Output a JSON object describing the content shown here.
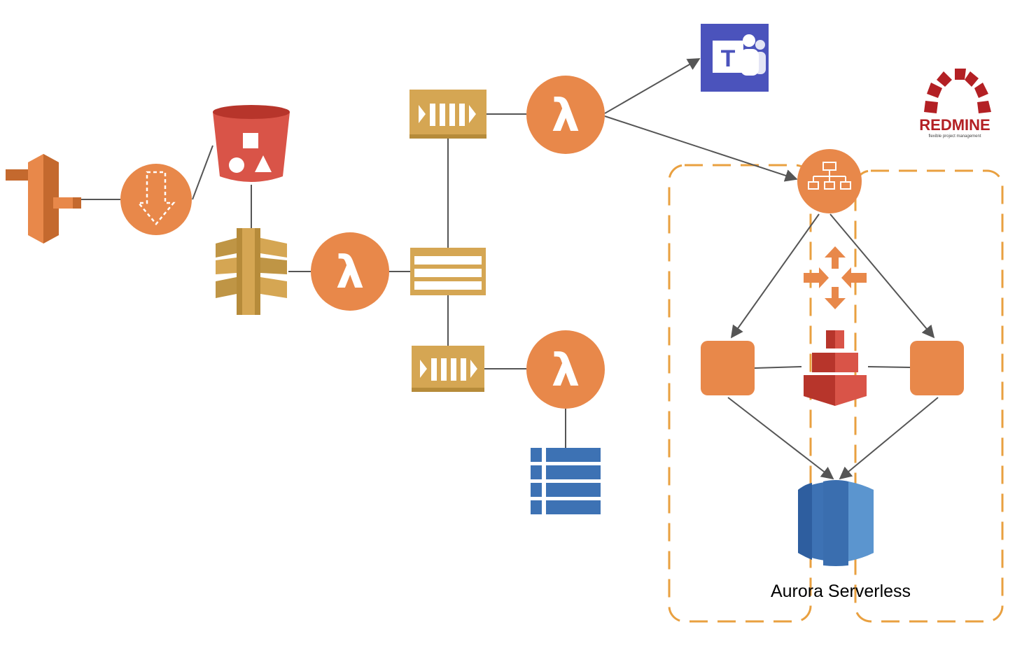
{
  "colors": {
    "aws_orange": "#E8884A",
    "aws_orange_dark": "#C4692E",
    "s3_red": "#D95448",
    "s3_red_dark": "#B7352B",
    "sqs_gold": "#D5A653",
    "sqs_gold_dark": "#B68B3A",
    "apigw_gold": "#BF9545",
    "dynamo_blue": "#3D72B4",
    "aurora_blue": "#2E5E9F",
    "aurora_light": "#5B95CF",
    "teams_purple": "#4B53BC",
    "redmine_red": "#B32024",
    "az_dash": "#E9A040",
    "connector": "#555555"
  },
  "icons": {
    "direct_connect": "direct-connect-icon",
    "storage_gateway": "storage-gateway-icon",
    "s3": "s3-bucket-icon",
    "api_gateway": "api-gateway-icon",
    "lambda": "lambda-icon",
    "sqs": "sqs-queue-icon",
    "sns": "sns-topic-icon",
    "dynamodb": "dynamodb-table-icon",
    "alb": "load-balancer-icon",
    "autoscaling": "autoscaling-icon",
    "ec2": "ec2-instance-icon",
    "ecs": "ecs-cluster-icon",
    "rds": "aurora-database-icon",
    "teams": "microsoft-teams-icon",
    "redmine": "redmine-logo"
  },
  "labels": {
    "aurora": "Aurora Serverless",
    "lambda_symbol": "λ",
    "teams_letter": "T"
  },
  "redmine": {
    "title": "REDMINE",
    "tagline": "flexible project management"
  }
}
